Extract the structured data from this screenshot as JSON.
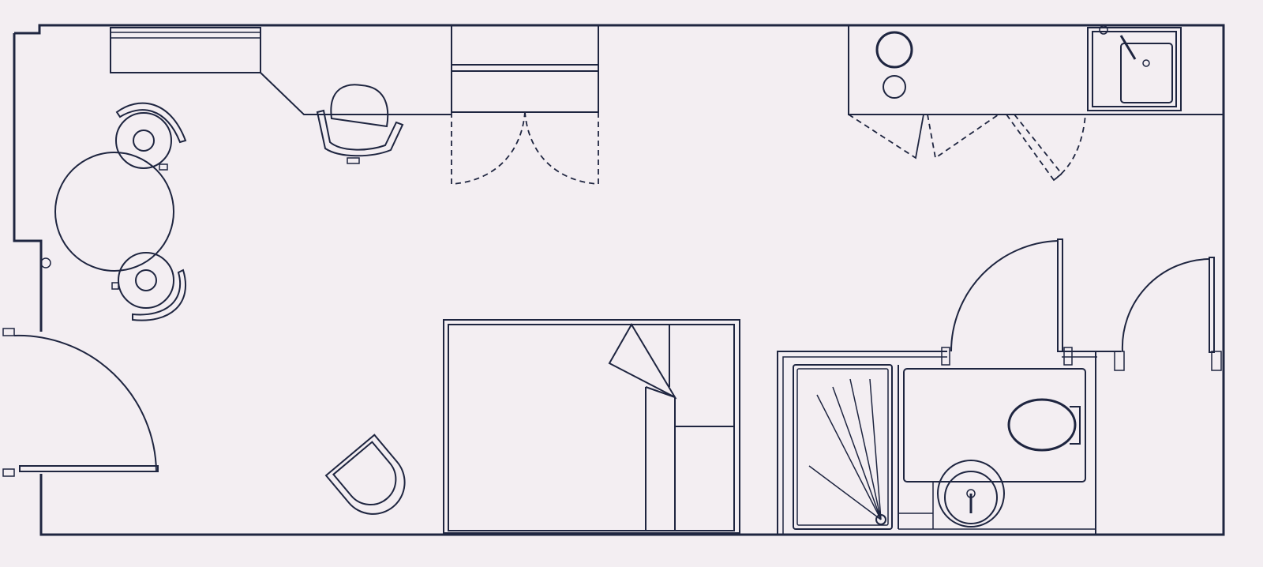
{
  "plan": {
    "colors": {
      "background": "#f3eef2",
      "line": "#1e2540"
    },
    "rooms": [
      "studio",
      "kitchenette",
      "bathroom"
    ],
    "furniture": [
      "desk",
      "desk-chair",
      "wardrobe",
      "dining-table",
      "dining-chair",
      "dining-chair",
      "armchair",
      "double-bed",
      "hob",
      "kitchen-sink",
      "shower",
      "toilet",
      "washbasin"
    ]
  }
}
